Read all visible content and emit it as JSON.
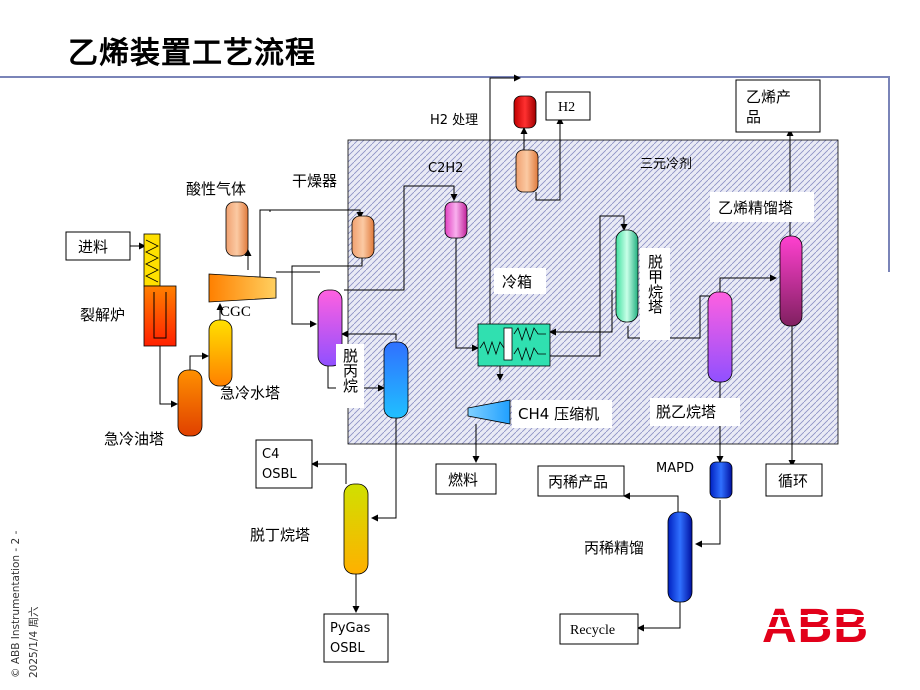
{
  "title": "乙烯装置工艺流程",
  "footer": {
    "line1": "© ABB Instrumentation - 2 -",
    "line2": "2025/1/4 周六"
  },
  "logo": "ABB",
  "labels": {
    "feed": "进料",
    "cracker": "裂解炉",
    "acid_gas": "酸性气体",
    "cgc": "CGC",
    "quench_water": "急冷水塔",
    "quench_oil": "急冷油塔",
    "dryer": "干燥器",
    "c2h2": "C2H2",
    "h2_treat": "H2 处理",
    "h2": "H2",
    "cold_box": "冷箱",
    "ternary_ref": "三元冷剂",
    "ethylene_product": "乙烯产品",
    "ethylene_col": "乙烯精馏塔",
    "demethanizer": "脱甲烷塔",
    "depropanizer": "脱丙烷",
    "ch4_comp": "CH4 压缩机",
    "deethanizer": "脱乙烷塔",
    "c4_osbl": "C4 OSBL",
    "fuel": "燃料",
    "propylene_product": "丙稀产品",
    "mapd": "MAPD",
    "recycle_loop": "循环",
    "propylene_col": "丙稀精馏",
    "debutanizer": "脱丁烷塔",
    "pygas": "PyGas OSBL",
    "recycle": "Recycle"
  },
  "colors": {
    "accent_rule": "#7a84b8",
    "abb_red": "#e2001a",
    "cold_area": "#d6d9ec"
  }
}
